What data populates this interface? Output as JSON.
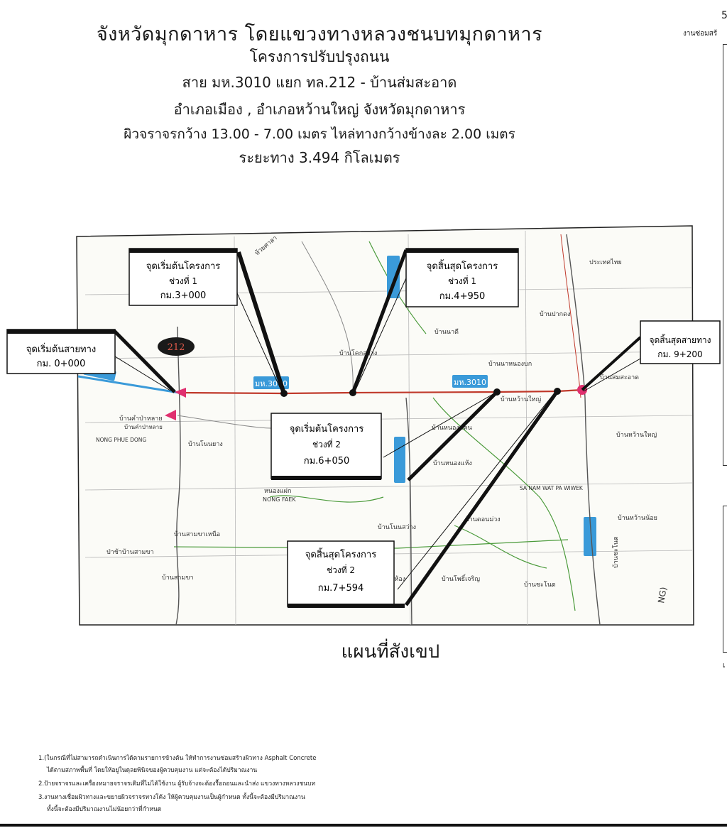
{
  "header": {
    "line1": "จังหวัดมุกดาหาร โดยแขวงทางหลวงชนบทมุกดาหาร",
    "line2": "โครงการปรับปรุงถนน",
    "line3": "สาย มห.3010 แยก ทล.212 - บ้านส่มสะอาด",
    "line4": "อำเภอเมือง , อำเภอหว้านใหญ่  จังหวัดมุกดาหาร",
    "line5": "ผิวจราจรกว้าง 13.00 - 7.00 เมตร  ไหล่ทางกว้างข้างละ 2.00 เมตร",
    "line6": "ระยะทาง 3.494 กิโลเมตร"
  },
  "edge_text": {
    "top": "5",
    "second": "งานซ่อมสร้",
    "bottom": "เ"
  },
  "map": {
    "title": "แผนที่สังเขป",
    "callouts": {
      "route_start": {
        "l1": "จุดเริ่มต้นสายทาง",
        "l2": "กม. 0+000"
      },
      "route_end": {
        "l1": "จุดสิ้นสุดสายทาง",
        "l2": "กม. 9+200"
      },
      "s1_start": {
        "l1": "จุดเริ่มต้นโครงการ",
        "l2": "ช่วงที่ 1",
        "l3": "กม.3+000"
      },
      "s1_end": {
        "l1": "จุดสิ้นสุดโครงการ",
        "l2": "ช่วงที่ 1",
        "l3": "กม.4+950"
      },
      "s2_start": {
        "l1": "จุดเริ่มต้นโครงการ",
        "l2": "ช่วงที่ 2",
        "l3": "กม.6+050"
      },
      "s2_end": {
        "l1": "จุดสิ้นสุดโครงการ",
        "l2": "ช่วงที่ 2",
        "l3": "กม.7+594"
      }
    },
    "road_labels": {
      "r212": "212",
      "mh3010_a": "มห.3010",
      "mh3010_b": "มห.3010",
      "right_compass": "NG)"
    },
    "places": {
      "p1": "ห้วยศาลา",
      "p2": "บ้านโคกสว่าง",
      "p3": "บ้านนาดี",
      "p4": "บ้านนาหนองบก",
      "p5": "บ้านสมสะอาด",
      "p6": "บ้านปากดง",
      "p7": "บ้านคำป่าหลาย",
      "p8": "บ้านโนนยาง",
      "p9": "หนองแฝก",
      "p10": "NONG FAEK",
      "p11": "บ้านหนองแคน",
      "p12": "บ้านหว้านใหญ่",
      "p13": "บ้านหว้านใหญ่",
      "p14": "บ้านหว้านน้อย",
      "p15": "บ้านสามขาเหนือ",
      "p16": "ป่าช้าบ้านสามขา",
      "p17": "บ้านนาสองห้อง",
      "p18": "บ้านโพธิ์เจริญ",
      "p19": "บ้านชะโนด",
      "p20": "บ้านดอนม่วง",
      "p21": "บ้านโนนสว่าง",
      "p22": "บ้านหนองแห้ง",
      "p23": "NONG PHUE DONG",
      "p24": "SA NAM WAT PA WIWEK",
      "p25": "ประเทศไทย",
      "p26": "บ้านชะโนด",
      "p27": "บ้านสามขา",
      "p28": "บ้านคำป่าหลาย"
    }
  },
  "notes": {
    "n1a": "1.(ในกรณีที่ไม่สามารถดำเนินการได้ตามรายการข้างต้น ให้ทำการงานซ่อมสร้างผิวทาง Asphalt Concrete",
    "n1b": "ได้ตามสภาพพื้นที่ โดยให้อยู่ในดุลยพินิจของผู้ควบคุมงาน แต่จะต้องได้ปริมาณงาน",
    "n2": "2.ป้ายจราจรและเครื่องหมายจราจรเดิมที่ไม่ได้ใช้งาน ผู้รับจ้างจะต้องรื้อถอนและนำส่ง แขวงทางหลวงชนบท",
    "n3a": "3.งานทางเชื่อมผิวทางและขยายผิวจราจรทางโค้ง ให้ผู้ควบคุมงานเป็นผู้กำหนด ทั้งนี้จะต้องมีปริมาณงาน",
    "n3b": "ทั้งนี้จะต้องมีปริมาณงานไม่น้อยกว่าที่กำหนด"
  },
  "colors": {
    "road": "#c0392b",
    "marker": "#e0306f",
    "water": "#3a9ad9",
    "stream": "#4a9a3a",
    "ink": "#1a1a1a"
  }
}
